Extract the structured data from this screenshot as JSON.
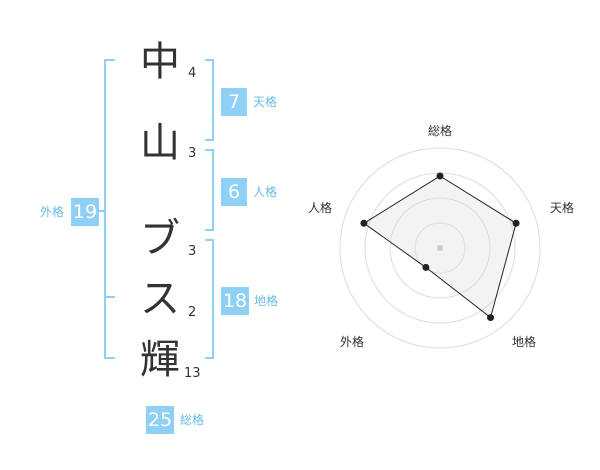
{
  "name": {
    "chars": [
      {
        "char": "中",
        "strokes": "4"
      },
      {
        "char": "山",
        "strokes": "3"
      },
      {
        "char": "ブ",
        "strokes": "3"
      },
      {
        "char": "ス",
        "strokes": "2"
      },
      {
        "char": "輝",
        "strokes": "13"
      }
    ]
  },
  "kaku": {
    "tenkaku": {
      "label": "天格",
      "value": "7"
    },
    "jinkaku": {
      "label": "人格",
      "value": "6"
    },
    "chikaku": {
      "label": "地格",
      "value": "18"
    },
    "gaikaku": {
      "label": "外格",
      "value": "19"
    },
    "soukaku": {
      "label": "総格",
      "value": "25"
    }
  },
  "colors": {
    "accent": "#8fd0f7",
    "accent_text": "#6bbbe8",
    "text": "#333333",
    "radar_fill": "#f2f2f2",
    "ring": "#dddddd"
  },
  "chart_data": {
    "type": "radar",
    "axes": [
      "総格",
      "天格",
      "地格",
      "外格",
      "人格"
    ],
    "values": [
      0.72,
      0.8,
      0.86,
      0.24,
      0.8
    ],
    "range": [
      0,
      1
    ],
    "rings": 4
  }
}
